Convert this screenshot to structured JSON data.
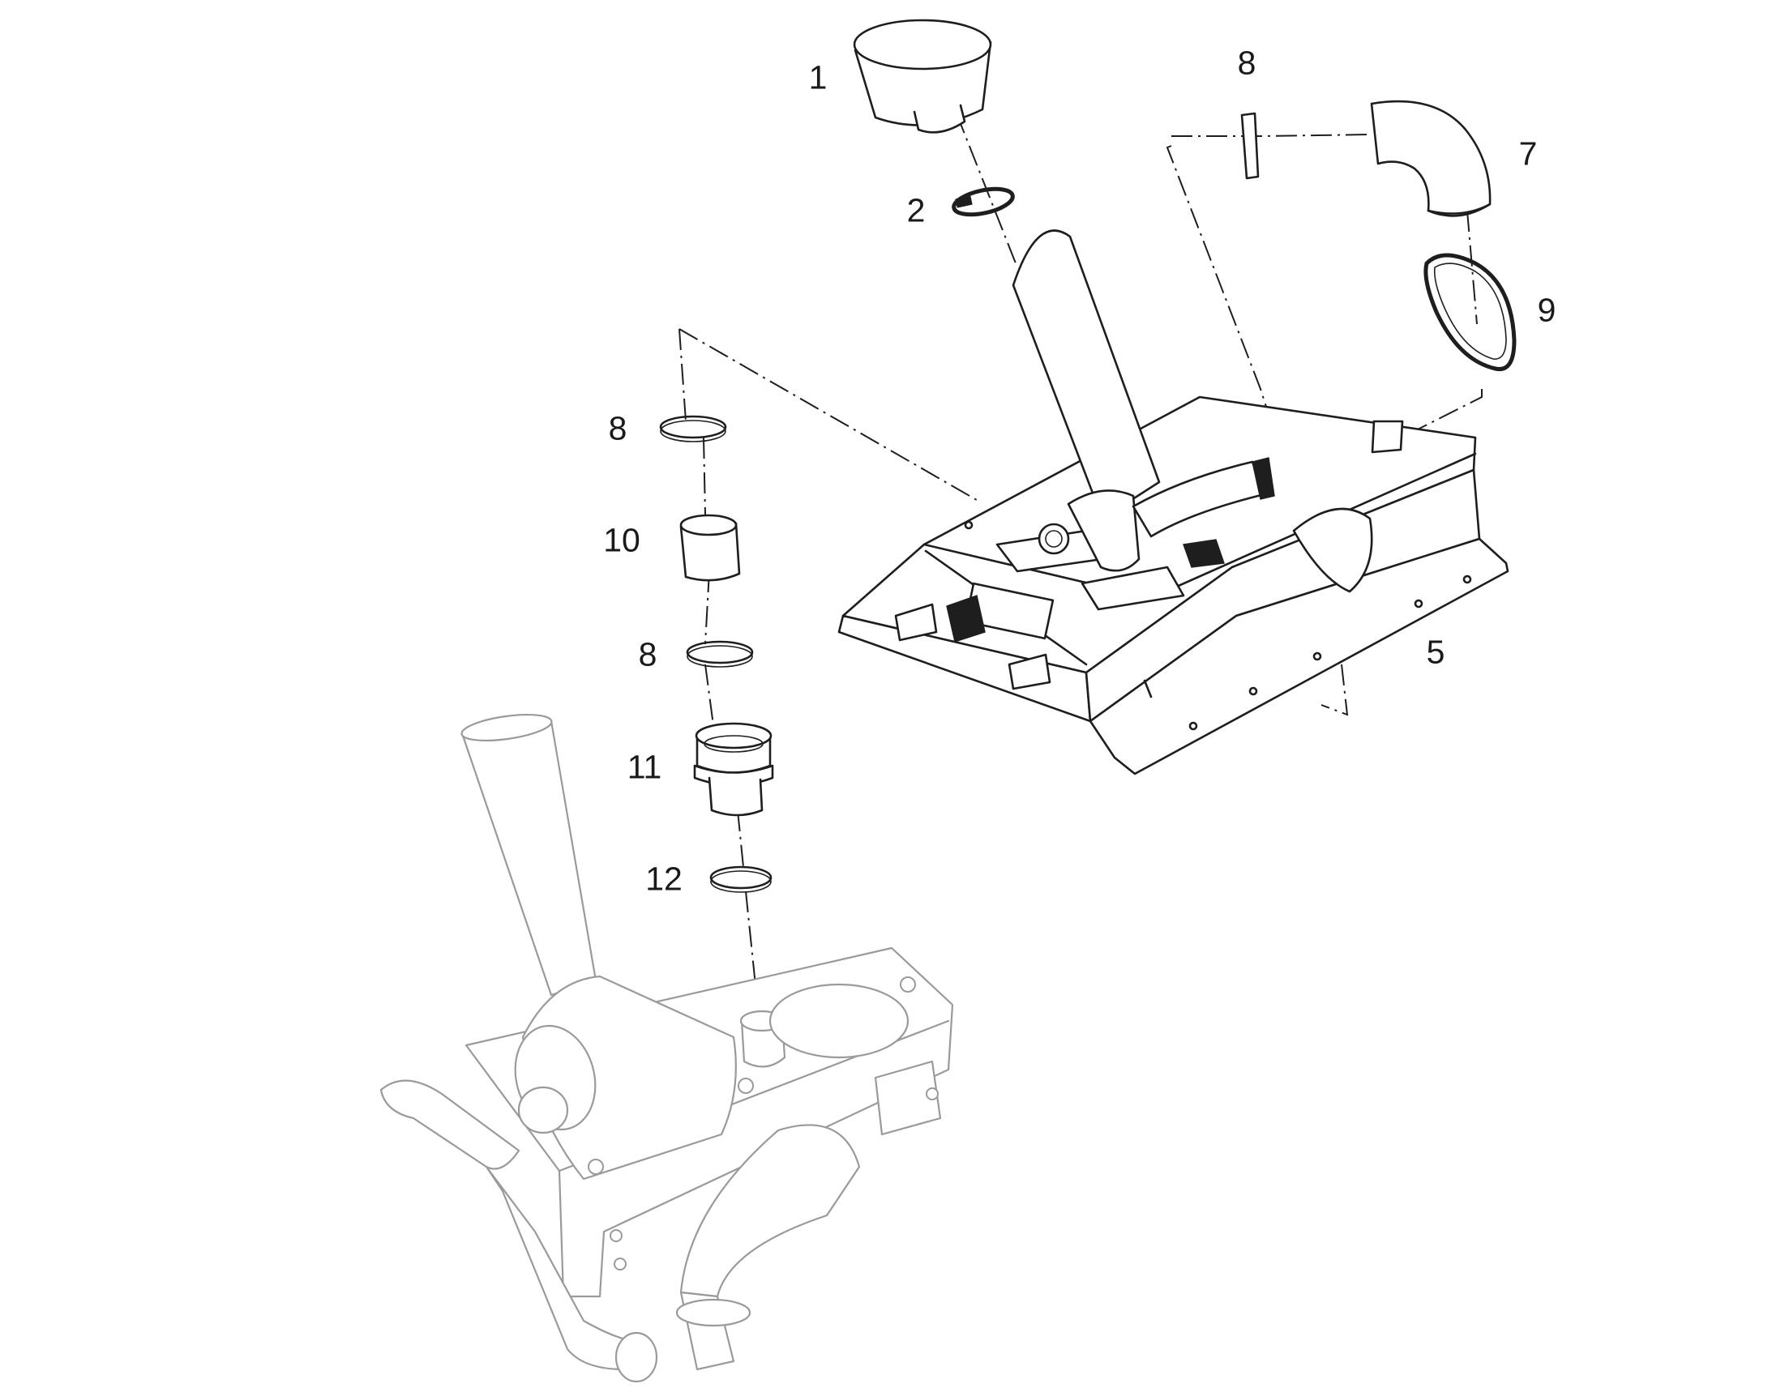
{
  "callouts": [
    {
      "id": "c1",
      "label": "1",
      "part": "air-intake-cap"
    },
    {
      "id": "c2",
      "label": "2",
      "part": "hose-clamp"
    },
    {
      "id": "c8a",
      "label": "8",
      "part": "clamp"
    },
    {
      "id": "c7",
      "label": "7",
      "part": "elbow-hose"
    },
    {
      "id": "c9",
      "label": "9",
      "part": "gasket"
    },
    {
      "id": "c8b",
      "label": "8",
      "part": "clamp"
    },
    {
      "id": "c10",
      "label": "10",
      "part": "coupling-hose"
    },
    {
      "id": "c8c",
      "label": "8",
      "part": "clamp"
    },
    {
      "id": "c11",
      "label": "11",
      "part": "reducer-hose"
    },
    {
      "id": "c12",
      "label": "12",
      "part": "clamp"
    },
    {
      "id": "c5",
      "label": "5",
      "part": "engine-hood-panel"
    }
  ],
  "colors": {
    "line": "#1e1e1e",
    "ghost": "#9a9a9a",
    "background": "#ffffff"
  }
}
